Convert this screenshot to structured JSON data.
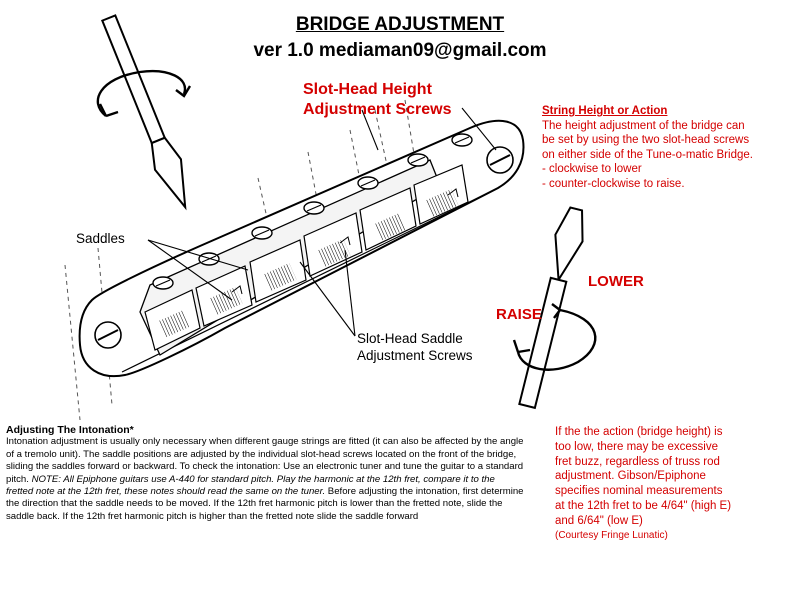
{
  "title": "BRIDGE ADJUSTMENT",
  "subtitle": "ver 1.0 mediaman09@gmail.com",
  "callouts": {
    "height_screws": [
      "Slot-Head Height",
      "Adjustment Screws"
    ],
    "saddles": "Saddles",
    "saddle_screws": [
      "Slot-Head Saddle",
      "Adjustment Screws"
    ],
    "raise": "RAISE",
    "lower": "LOWER"
  },
  "string_height": {
    "heading": "String Height or Action",
    "lines": [
      "The height adjustment of the bridge can",
      "be set by using the two slot-head screws",
      "on either side of the Tune-o-matic Bridge.",
      "- clockwise to lower",
      "- counter-clockwise to raise."
    ]
  },
  "intonation": {
    "heading": "Adjusting The Intonation*",
    "body": "Intonation adjustment is usually only necessary when different gauge strings are fitted (it can also be affected by the angle of a tremolo unit). The saddle positions are adjusted by the individual slot-head screws located on the front of the bridge, sliding the saddles forward or backward. To check the intonation: Use an electronic tuner and tune the guitar to a standard pitch.",
    "note": "NOTE: All Epiphone guitars use A-440 for standard pitch. Play the harmonic at the 12th fret, compare it to the fretted note at the 12th fret, these notes should read the same on the tuner.",
    "body2": "Before adjusting the intonation, first determine the direction that the saddle needs to be moved. If the 12th fret harmonic pitch is lower than the fretted note, slide the saddle back. If the 12th fret harmonic pitch is higher than the fretted note slide the saddle forward"
  },
  "action_note": {
    "lines": [
      "If the the action (bridge height) is",
      "too low, there may be excessive",
      "fret buzz, regardless of truss rod",
      "adjustment. Gibson/Epiphone",
      "specifies nominal measurements",
      "at the 12th fret to be 4/64\" (high E)",
      "and 6/64\" (low E)"
    ],
    "credit": "(Courtesy Fringe Lunatic)"
  },
  "colors": {
    "red": "#d40000",
    "ink": "#000000"
  },
  "icons": [
    "screwdriver-icon",
    "rotation-arrow-icon"
  ]
}
